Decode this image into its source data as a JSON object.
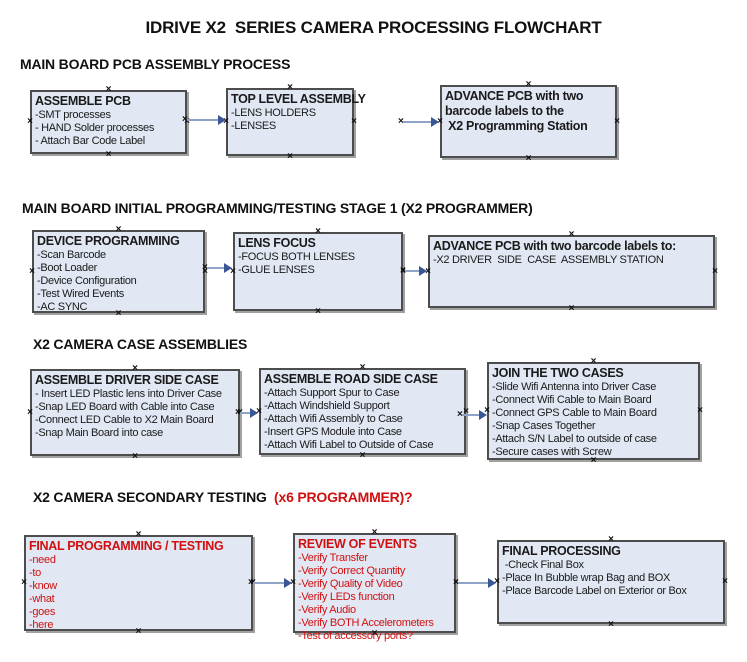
{
  "title": "IDRIVE X2  SERIES CAMERA PROCESSING FLOWCHART",
  "colors": {
    "box_fill": "#e1e8f4",
    "box_border": "#4d4d4d",
    "arrow_line": "#8fa3c6",
    "arrow_head": "#3a5795",
    "red": "#d01010"
  },
  "sections": [
    {
      "header_parts": [
        {
          "text": "MAIN BOARD PCB ASSEMBLY PROCESS",
          "red": false
        }
      ],
      "boxes": [
        {
          "title": "ASSEMBLE PCB",
          "lines": [
            "-SMT processes",
            "- HAND Solder processes",
            "- Attach Bar Code Label"
          ],
          "red": false,
          "bold_lines": false
        },
        {
          "title": "TOP LEVEL ASSEMBLY",
          "lines": [
            "-LENS HOLDERS",
            "-LENSES"
          ],
          "red": false,
          "bold_lines": false
        },
        {
          "title": "ADVANCE PCB with two\nbarcode labels to the\n X2 Programming Station",
          "lines": [],
          "red": false,
          "bold_lines": false
        }
      ]
    },
    {
      "header_parts": [
        {
          "text": "MAIN BOARD INITIAL PROGRAMMING/TESTING STAGE 1 (X2 PROGRAMMER)",
          "red": false
        }
      ],
      "boxes": [
        {
          "title": "DEVICE PROGRAMMING",
          "lines": [
            "-Scan Barcode",
            "-Boot Loader",
            "-Device Configuration",
            "-Test Wired Events",
            "-AC SYNC"
          ],
          "red": false,
          "bold_lines": false
        },
        {
          "title": "LENS FOCUS",
          "lines": [
            "-FOCUS BOTH LENSES",
            "-GLUE LENSES"
          ],
          "red": false,
          "bold_lines": false
        },
        {
          "title": "ADVANCE PCB with two barcode labels to:",
          "lines": [
            "-X2 DRIVER  SIDE  CASE  ASSEMBLY STATION"
          ],
          "red": false,
          "bold_lines": false
        }
      ]
    },
    {
      "header_parts": [
        {
          "text": "X2 CAMERA CASE ASSEMBLIES",
          "red": false
        }
      ],
      "boxes": [
        {
          "title": "ASSEMBLE DRIVER SIDE CASE",
          "lines": [
            "- Insert LED Plastic lens into Driver Case",
            "-Snap LED Board with Cable into Case",
            "-Connect LED Cable to X2 Main Board",
            "-Snap Main Board into case"
          ],
          "red": false,
          "bold_lines": false
        },
        {
          "title": "ASSEMBLE ROAD SIDE CASE",
          "lines": [
            "-Attach Support Spur to Case",
            "-Attach Windshield Support",
            "-Attach Wifi Assembly to Case",
            "-Insert GPS Module into Case",
            "-Attach Wifi Label to Outside of Case"
          ],
          "red": false,
          "bold_lines": false
        },
        {
          "title": "JOIN THE TWO CASES",
          "lines": [
            "-Slide Wifi Antenna into Driver Case",
            "-Connect Wifi Cable to Main Board",
            "-Connect GPS Cable to Main Board",
            "-Snap Cases Together",
            "-Attach S/N Label to outside of case",
            "-Secure cases with Screw"
          ],
          "red": false,
          "bold_lines": false
        }
      ]
    },
    {
      "header_parts": [
        {
          "text": "X2 CAMERA SECONDARY TESTING  ",
          "red": false
        },
        {
          "text": "(x6 PROGRAMMER)?",
          "red": true
        }
      ],
      "boxes": [
        {
          "title": "FINAL PROGRAMMING / TESTING",
          "lines": [
            "-need",
            "-to",
            "-know",
            "-what",
            "-goes",
            "-here"
          ],
          "red": true,
          "bold_lines": false
        },
        {
          "title": "REVIEW OF EVENTS",
          "lines": [
            "-Verify Transfer",
            "-Verify Correct Quantity",
            "-Verify Quality of Video",
            "-Verify LEDs function",
            "-Verify Audio",
            "-Verify BOTH Accelerometers",
            "-Test of accessory ports?"
          ],
          "red": true,
          "bold_lines": false
        },
        {
          "title": "FINAL PROCESSING",
          "lines": [
            " -Check Final Box",
            "-Place In Bubble wrap Bag and BOX",
            "-Place Barcode Label on Exterior or Box"
          ],
          "red": false,
          "bold_lines": false
        }
      ]
    }
  ],
  "handle_glyph": "×"
}
